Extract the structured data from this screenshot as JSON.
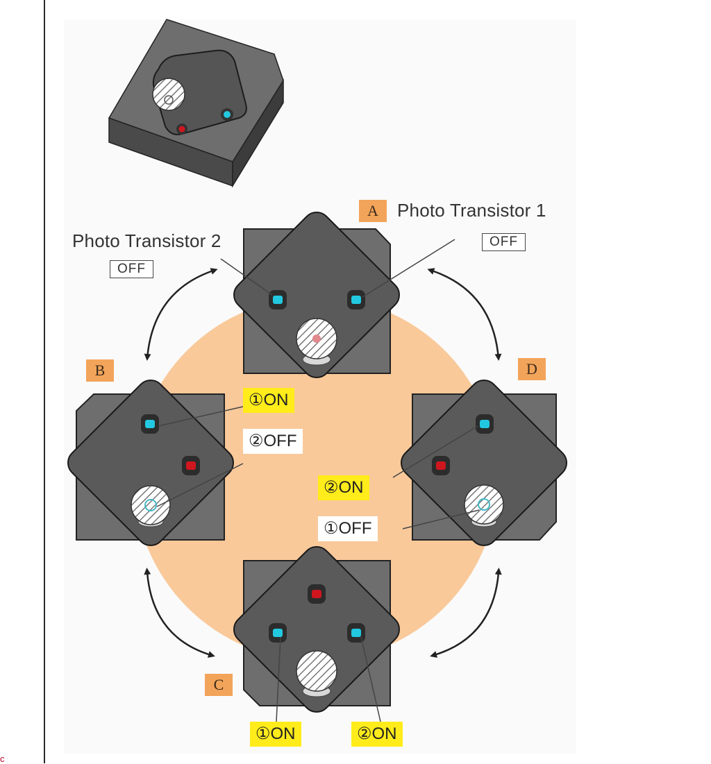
{
  "labels": {
    "photo_transistor_1": "Photo Transistor 1",
    "photo_transistor_2": "Photo Transistor 2",
    "pt1_state": "OFF",
    "pt2_state": "OFF"
  },
  "positions": {
    "a": "A",
    "b": "B",
    "c": "C",
    "d": "D"
  },
  "indicators": {
    "b_pt1": "①ON",
    "b_pt2": "②OFF",
    "d_pt2": "②ON",
    "d_pt1": "①OFF",
    "c_pt1": "①ON",
    "c_pt2": "②ON"
  },
  "colors": {
    "body_outer": "#6e6e6e",
    "body_inner": "#5a5a5a",
    "background_circle": "#f9c99a",
    "sensor_cyan": "#22c8e0",
    "sensor_red": "#d0161e",
    "on_highlight": "#ffec1a",
    "letter_tag": "#f2a45a"
  },
  "corner_mark": "c"
}
